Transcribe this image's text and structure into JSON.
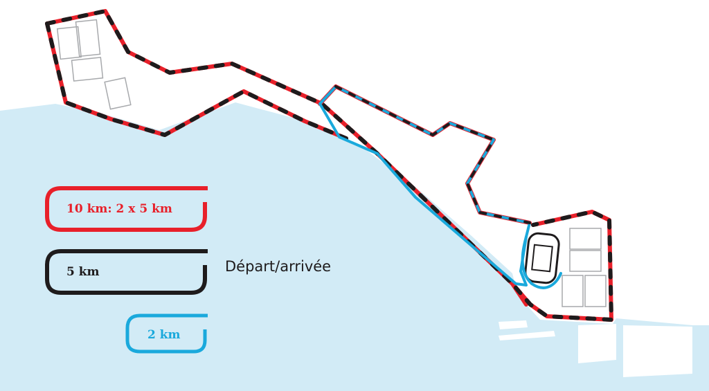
{
  "legend": {
    "items": [
      {
        "label": "10 km: 2 x 5 km",
        "color": "#e8202a"
      },
      {
        "label": "5 km",
        "color": "#1e1b1c"
      },
      {
        "label": "2 km",
        "color": "#1aa9dc"
      }
    ]
  },
  "start_finish_label": "Départ/arrivée",
  "colors": {
    "water": "#d2ebf6",
    "red_route": "#e8202a",
    "black_route": "#1e1b1c",
    "blue_route": "#1aa9dc",
    "buildings": "#a7a9ac"
  }
}
